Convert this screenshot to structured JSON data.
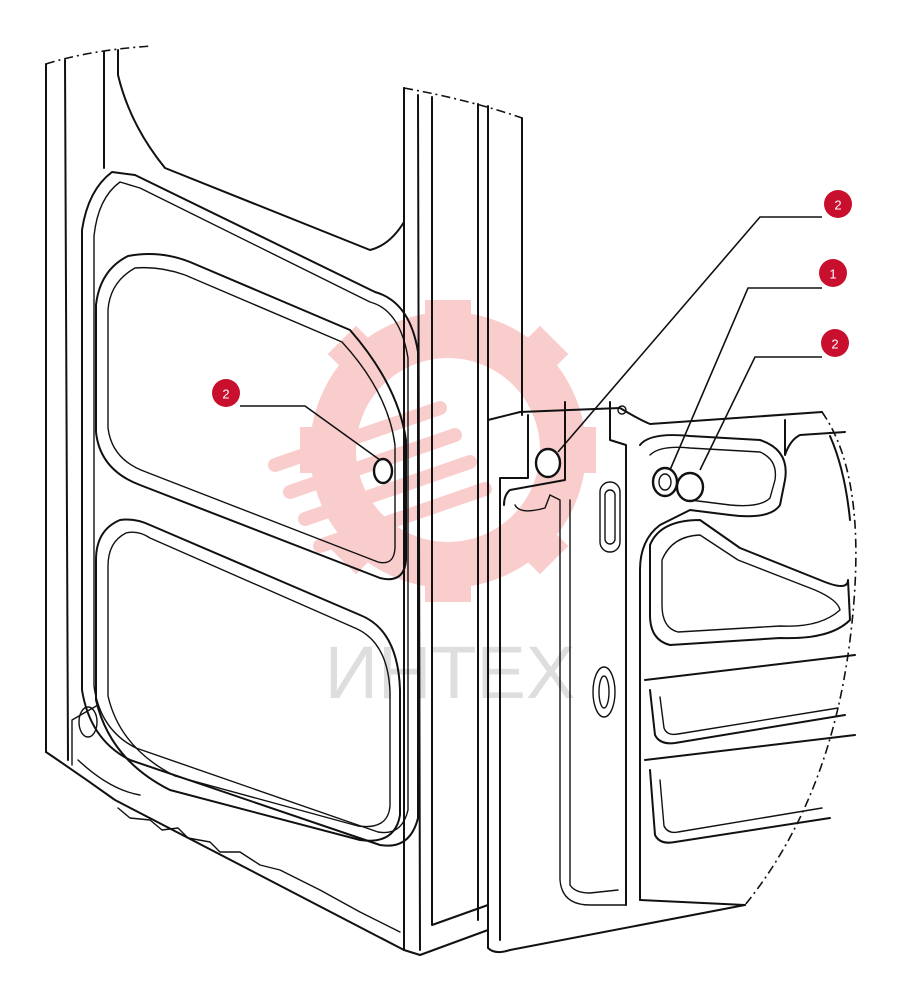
{
  "watermark": {
    "text": "ИНТЕХ",
    "gear_color": "#f6a5a5",
    "text_color": "#b8b8b8"
  },
  "callouts": [
    {
      "id": "callout-left-2",
      "label": "2"
    },
    {
      "id": "callout-right-top-2",
      "label": "2"
    },
    {
      "id": "callout-right-1",
      "label": "1"
    },
    {
      "id": "callout-right-bottom-2",
      "label": "2"
    }
  ],
  "colors": {
    "callout_fill": "#c8102e",
    "line": "#111111",
    "background": "#ffffff"
  }
}
